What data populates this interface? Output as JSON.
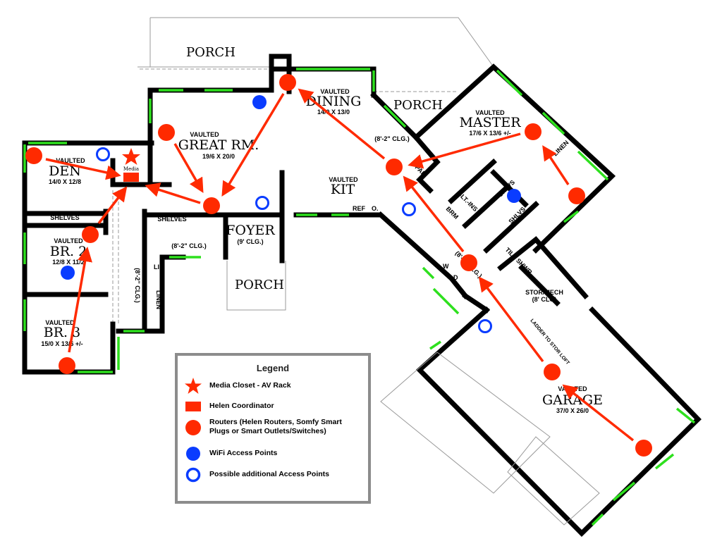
{
  "colors": {
    "router": "#ff2a00",
    "wifi": "#0a3cff",
    "window": "#2ee01e",
    "wall": "#000000",
    "legend_border": "#8c8c8c"
  },
  "rooms": {
    "porch_top": "PORCH",
    "porch_right": "PORCH",
    "porch_front": "PORCH",
    "great_room": {
      "vaulted": "VAULTED",
      "name": "GREAT RM.",
      "dims": "19/6 X 20/0"
    },
    "dining": {
      "vaulted": "VAULTED",
      "name": "DINING",
      "dims": "14/0 X 13/0"
    },
    "kitchen": {
      "vaulted": "VAULTED",
      "name": "KIT"
    },
    "master": {
      "vaulted": "VAULTED",
      "name": "MASTER",
      "dims": "17/6 X 13/6 +/-"
    },
    "den": {
      "vaulted": "VAULTED",
      "name": "DEN",
      "dims": "14/0 X 12/8"
    },
    "br2": {
      "vaulted": "VAULTED",
      "name": "BR. 2",
      "dims": "12/8 X 11/2"
    },
    "br3": {
      "vaulted": "VAULTED",
      "name": "BR. 3",
      "dims": "15/0 X 13/6 +/-"
    },
    "foyer": {
      "name": "FOYER",
      "clg": "(9' CLG.)"
    },
    "garage": {
      "vaulted": "VAULTED",
      "name": "GARAGE",
      "dims": "37/0 X 26/0"
    },
    "stor_mech": {
      "name": "STOR/MECH",
      "clg": "(8' CLG)"
    },
    "labels": {
      "shelves1": "SHELVES",
      "shelves2": "SHELVES",
      "clg_bath": "(8'-2\" CLG.)",
      "clg_hall": "(8'-2\" CLG.)",
      "clg_kit": "(8'-2\" CLG.)",
      "clg_hall2": "(8'-2\" CLG.)",
      "lin": "LIN",
      "linen": "LINEN",
      "linen2": "LINEN",
      "ref": "REF",
      "o": "O.",
      "blt_ins": "BLT.-INS",
      "brm": "BRM",
      "shlvs1": "SHLVS",
      "shlvs2": "SHLVS",
      "tile_shwr": "TILE SHWR",
      "w": "W",
      "d": "D",
      "pan": "PAN",
      "ladder": "LADDER TO STOR LOFT",
      "media": "Media"
    }
  },
  "legend": {
    "title": "Legend",
    "items": [
      {
        "icon": "star-icon",
        "label": "Media Closet - AV Rack"
      },
      {
        "icon": "rectangle-icon",
        "label": "Helen Coordinator"
      },
      {
        "icon": "red-circle-icon",
        "label": "Routers (Helen Routers, Somfy Smart Plugs or Smart Outlets/Switches)"
      },
      {
        "icon": "blue-circle-icon",
        "label": "WiFi Access Points"
      },
      {
        "icon": "blue-ring-icon",
        "label": "Possible additional Access Points"
      }
    ]
  }
}
